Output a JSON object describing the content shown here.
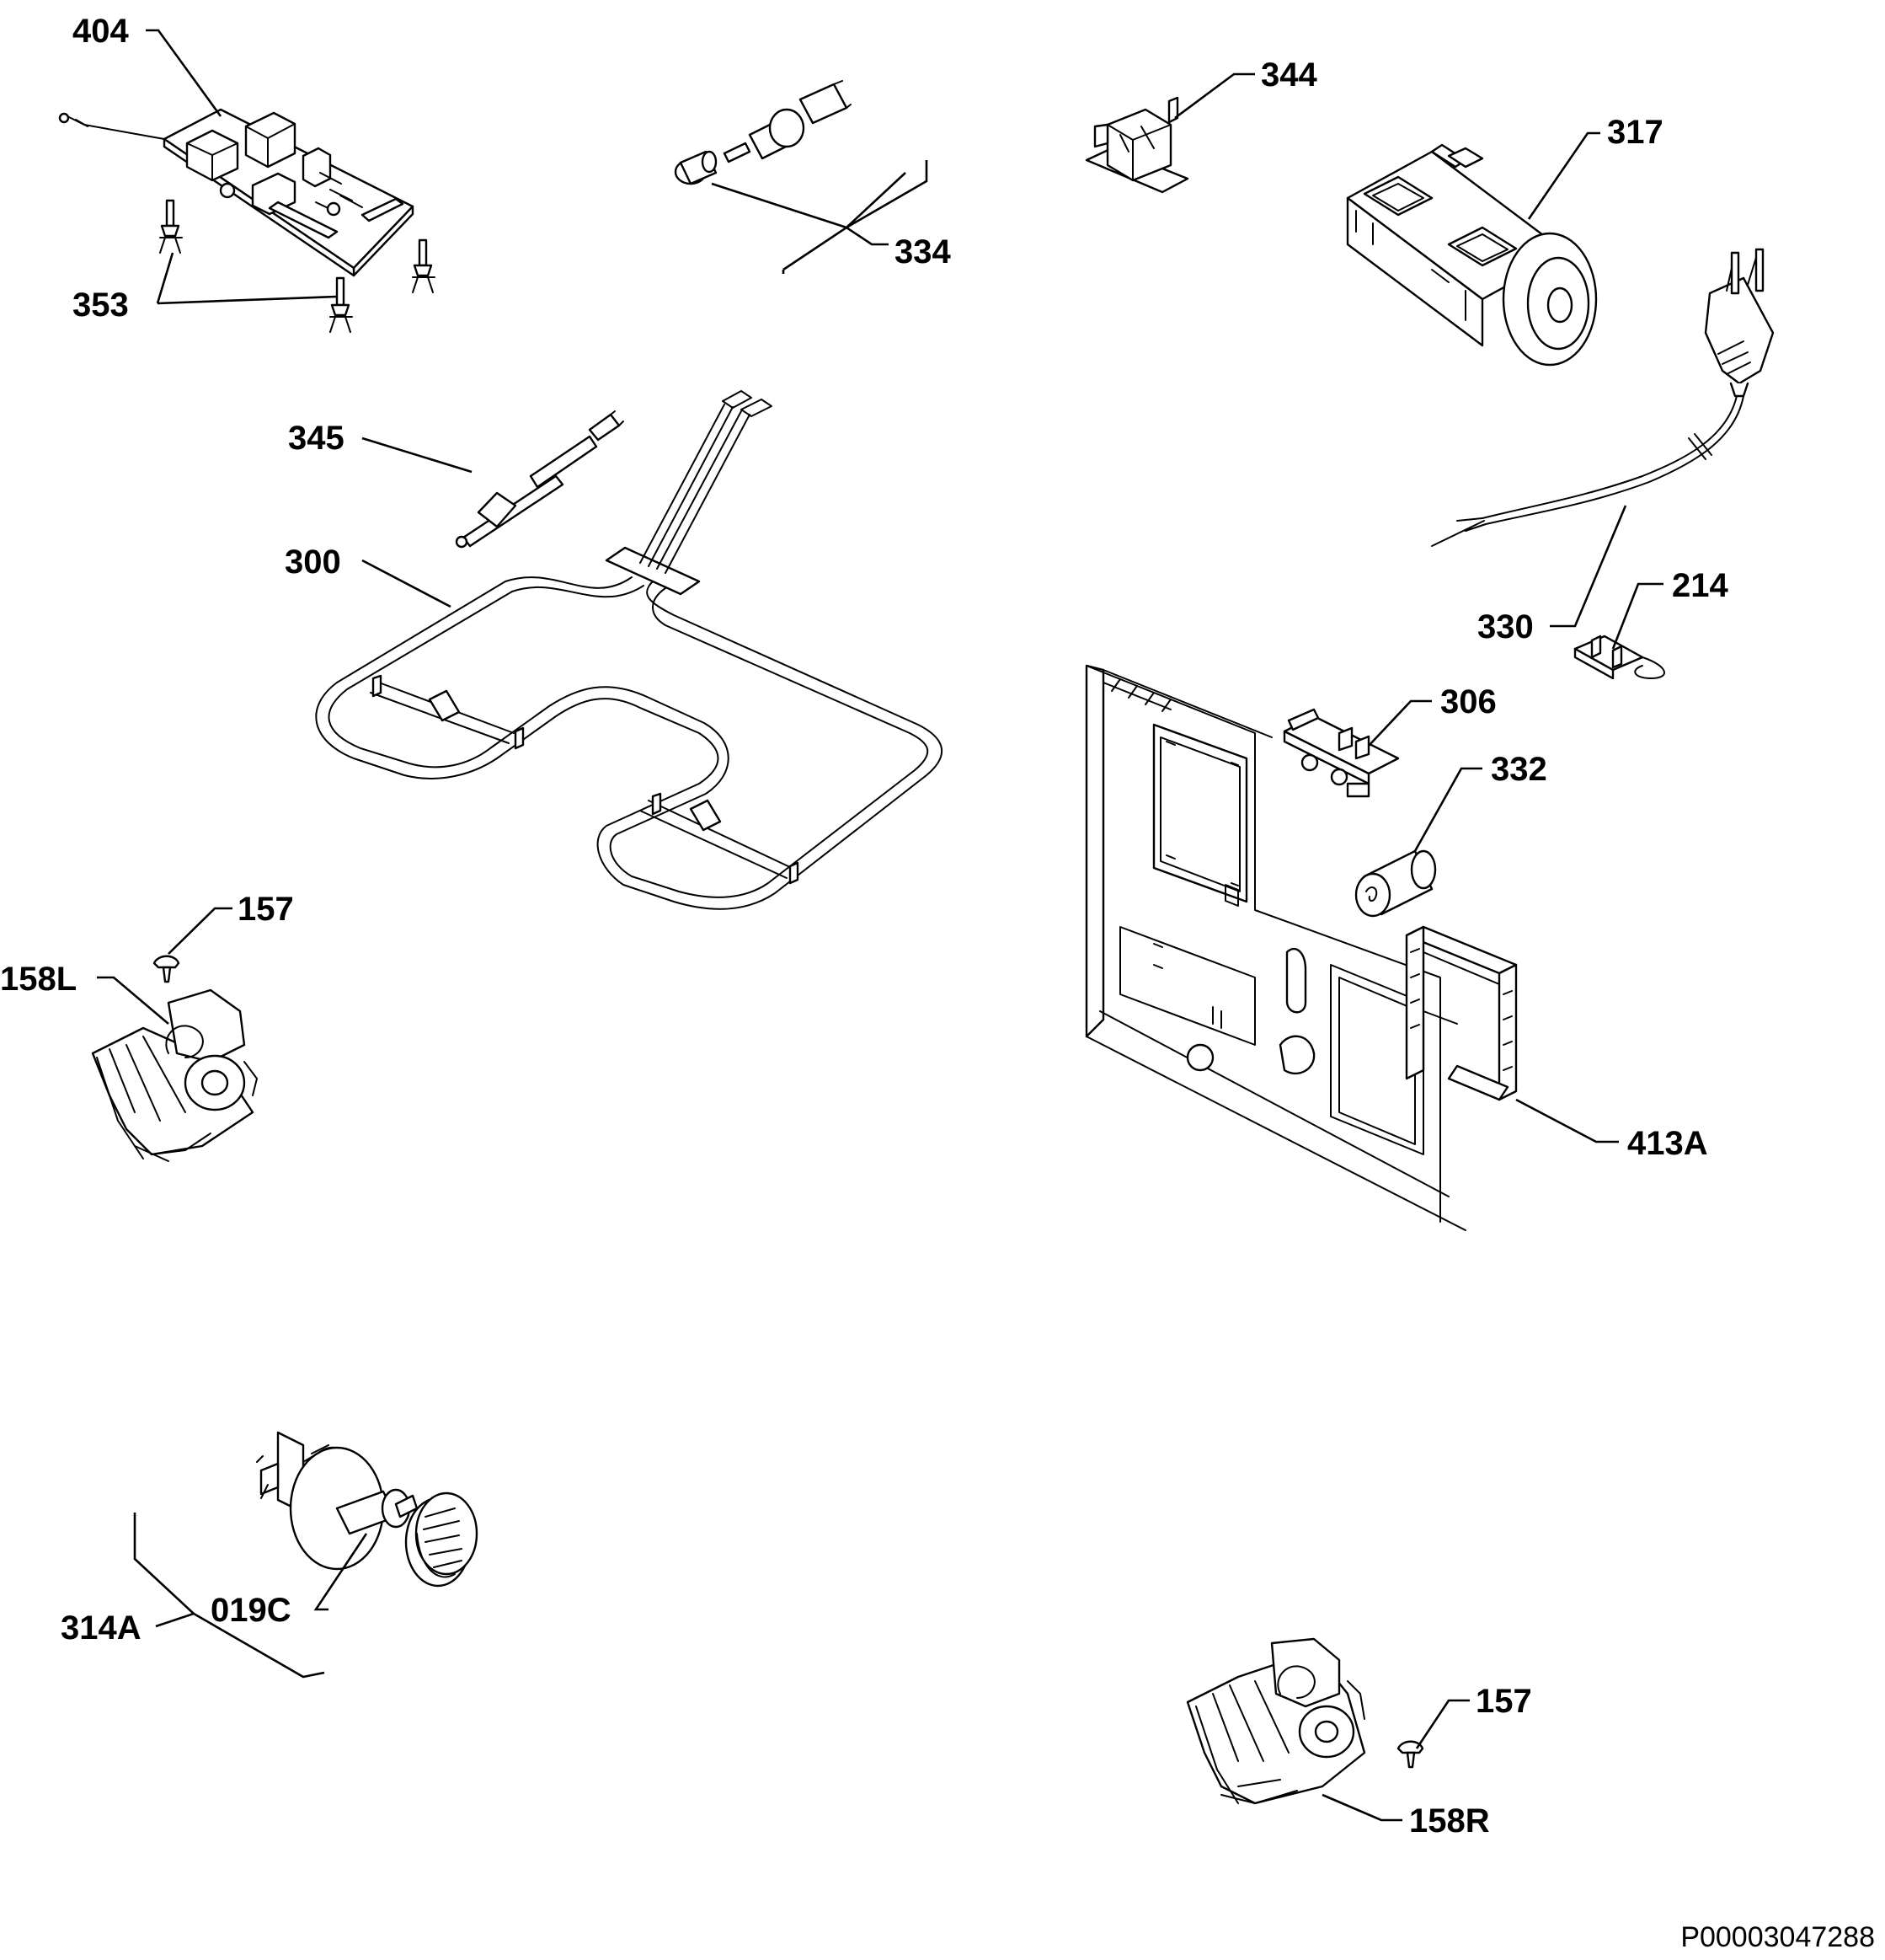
{
  "parts": {
    "p404": "404",
    "p353": "353",
    "p334": "334",
    "p344": "344",
    "p317": "317",
    "p345": "345",
    "p300": "300",
    "p330": "330",
    "p214": "214",
    "p306": "306",
    "p332": "332",
    "p413A": "413A",
    "p157_left": "157",
    "p158L": "158L",
    "p019C": "019C",
    "p314A": "314A",
    "p157_right": "157",
    "p158R": "158R"
  },
  "reference_code": "P00003047288"
}
